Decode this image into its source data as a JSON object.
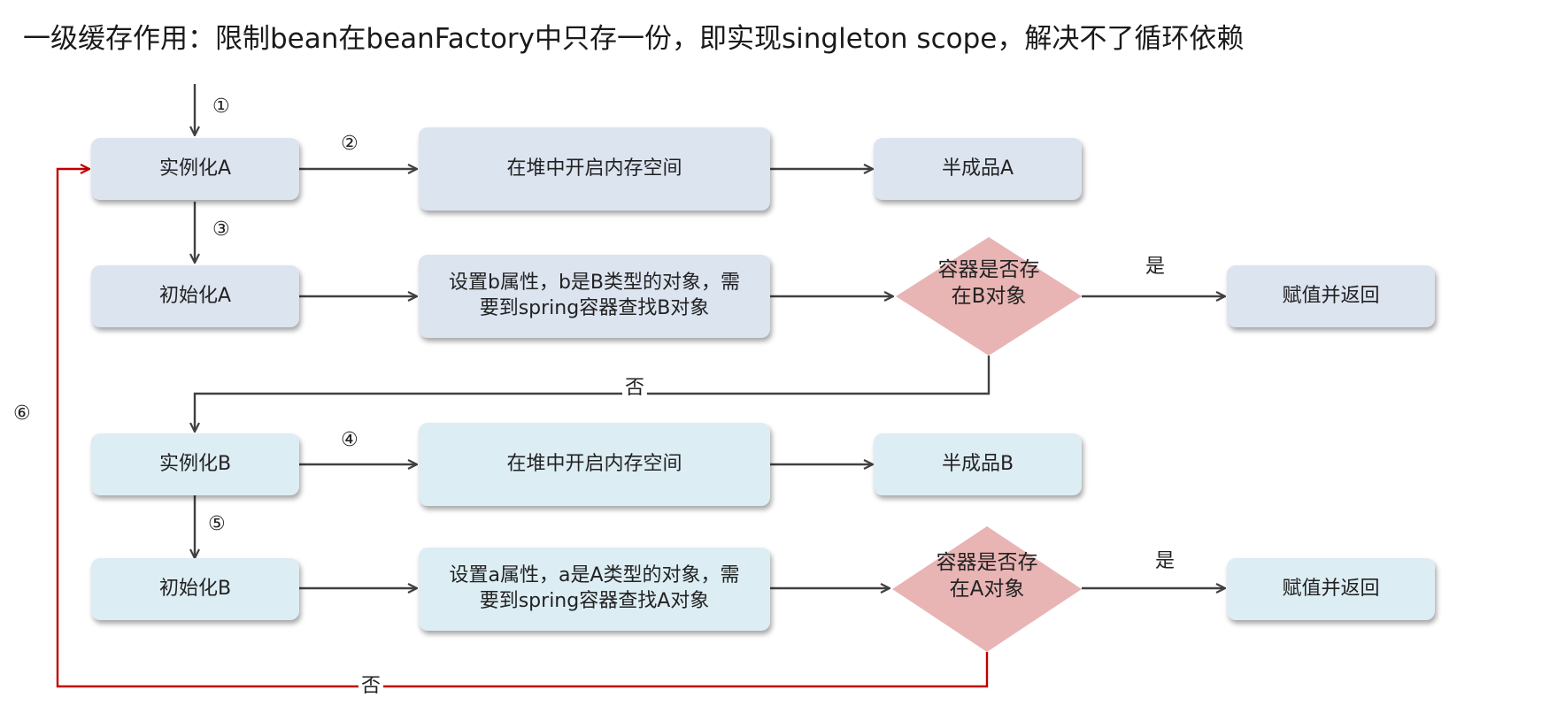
{
  "title": "一级缓存作用：限制bean在beanFactory中只存一份，即实现singleton scope，解决不了循环依赖",
  "boxes": {
    "inst_a": "实例化A",
    "heap_a": "在堆中开启内存空间",
    "half_a": "半成品A",
    "init_a": "初始化A",
    "set_b": "设置b属性，b是B类型的对象，需要到spring容器查找B对象",
    "assign_1": "赋值并返回",
    "inst_b": "实例化B",
    "heap_b": "在堆中开启内存空间",
    "half_b": "半成品B",
    "init_b": "初始化B",
    "set_a": "设置a属性，a是A类型的对象，需要到spring容器查找A对象",
    "assign_2": "赋值并返回"
  },
  "decisions": {
    "has_b": "容器是否存在B对象",
    "has_a": "容器是否存在A对象"
  },
  "steps": [
    "①",
    "②",
    "③",
    "④",
    "⑤",
    "⑥"
  ],
  "labels": {
    "yes": "是",
    "no": "否"
  },
  "colors": {
    "box_a": "#dce4f0",
    "box_b": "#ddedf4",
    "diamond": "#e8b4b4",
    "arrow": "#404040",
    "loop": "#c00000"
  }
}
